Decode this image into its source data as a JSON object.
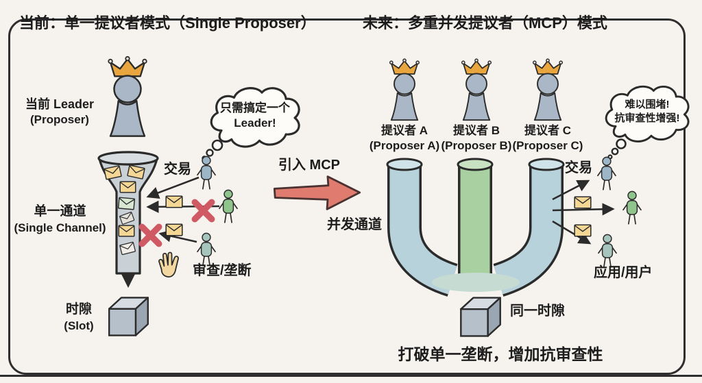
{
  "left": {
    "title": "当前：单一提议者模式（Single Proposer）",
    "leader_line1": "当前 Leader",
    "leader_line2": "(Proposer)",
    "channel_line1": "单一通道",
    "channel_line2": "(Single Channel)",
    "tx": "交易",
    "bubble_line1": "只需搞定一个",
    "bubble_line2": "Leader!",
    "censor": "审查/垄断",
    "slot_line1": "时隙",
    "slot_line2": "(Slot)"
  },
  "middle": {
    "intro": "引入 MCP",
    "channel": "并发通道"
  },
  "right": {
    "title": "未来：多重并发提议者（MCP）模式",
    "proposers": [
      {
        "zh": "提议者 A",
        "en": "(Proposer A)"
      },
      {
        "zh": "提议者 B",
        "en": "(Proposer B)"
      },
      {
        "zh": "提议者 C",
        "en": "(Proposer C)"
      }
    ],
    "tx": "交易",
    "bubble_line1": "难以围堵!",
    "bubble_line2": "抗审查性增强!",
    "users": "应用/用户",
    "slot": "同一时隙",
    "footer": "打破单一垄断，增加抗审查性"
  },
  "colors": {
    "background": "#f6f3ee",
    "ink": "#2b2b2b",
    "figure_body": "#aab7c6",
    "crown": "#e9a63e",
    "funnel_gray": "#c9d0d6",
    "tube_blue": "#b7d2da",
    "tube_green": "#a9d0a1",
    "envelope_yellow": "#f4d795",
    "envelope_green": "#d7e7d2",
    "envelope_white": "#efede6",
    "x_red": "#cf5a64",
    "block_arrow_red": "#df7b6f",
    "hand": "#f2d7a1",
    "person_blue": "#9db6c7",
    "person_green": "#8fc48c",
    "person_teal": "#a6c6bd",
    "cube_front": "#b6c0ca",
    "cube_top": "#d6dce2",
    "cube_side": "#9aa6b2"
  }
}
